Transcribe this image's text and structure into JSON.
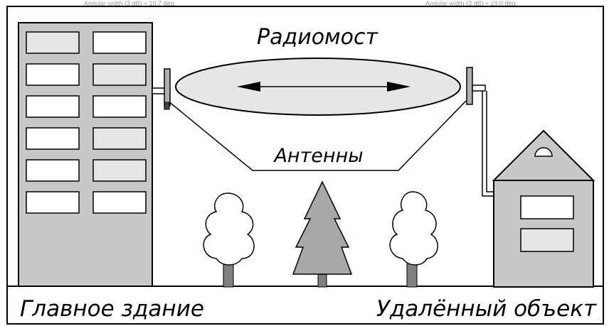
{
  "header": {
    "left_caption": "Angular width (3 dB) ≈ 10.7 deg.",
    "right_caption": "Angular width (3 dB) ≈ 19.0 deg"
  },
  "diagram": {
    "radio_bridge_label": "Радиомост",
    "antennas_label": "Антенны",
    "main_building_label": "Главное здание",
    "remote_site_label": "Удалённый объект"
  },
  "colors": {
    "outline": "#000000",
    "building_fill": "#c8c8c8",
    "window_fill": "#ffffff",
    "window_alt_fill": "#e6e6e6",
    "beam_fill": "#e6e6e6",
    "tree_crown_fill": "#ffffff",
    "fir_fill": "#a8a8a8",
    "trunk_fill": "#808080"
  }
}
